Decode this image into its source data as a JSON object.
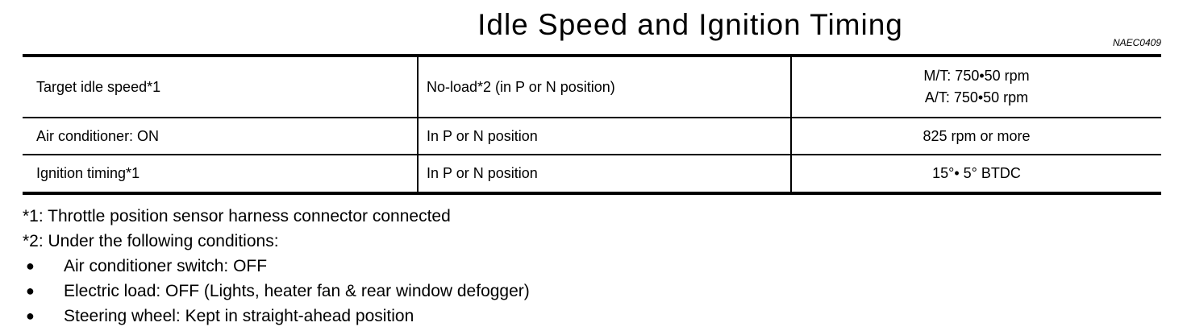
{
  "title": "Idle Speed and Ignition Timing",
  "ref_code": "NAEC0409",
  "rows": [
    {
      "item": "Target idle speed*1",
      "condition": "No-load*2 (in P or N position)",
      "value_lines": [
        "M/T: 750•50 rpm",
        "A/T: 750•50 rpm"
      ]
    },
    {
      "item": "Air conditioner: ON",
      "condition": "In P or N position",
      "value_lines": [
        "825 rpm or more"
      ]
    },
    {
      "item": "Ignition timing*1",
      "condition": "In P or N position",
      "value_lines": [
        "15°• 5° BTDC"
      ]
    }
  ],
  "notes": [
    "*1: Throttle position sensor harness connector connected",
    "*2: Under the following conditions:"
  ],
  "conditions": [
    "Air conditioner switch: OFF",
    "Electric load: OFF (Lights, heater fan & rear window defogger)",
    "Steering wheel: Kept in straight-ahead position"
  ],
  "bullet_icon": "filled-circle"
}
